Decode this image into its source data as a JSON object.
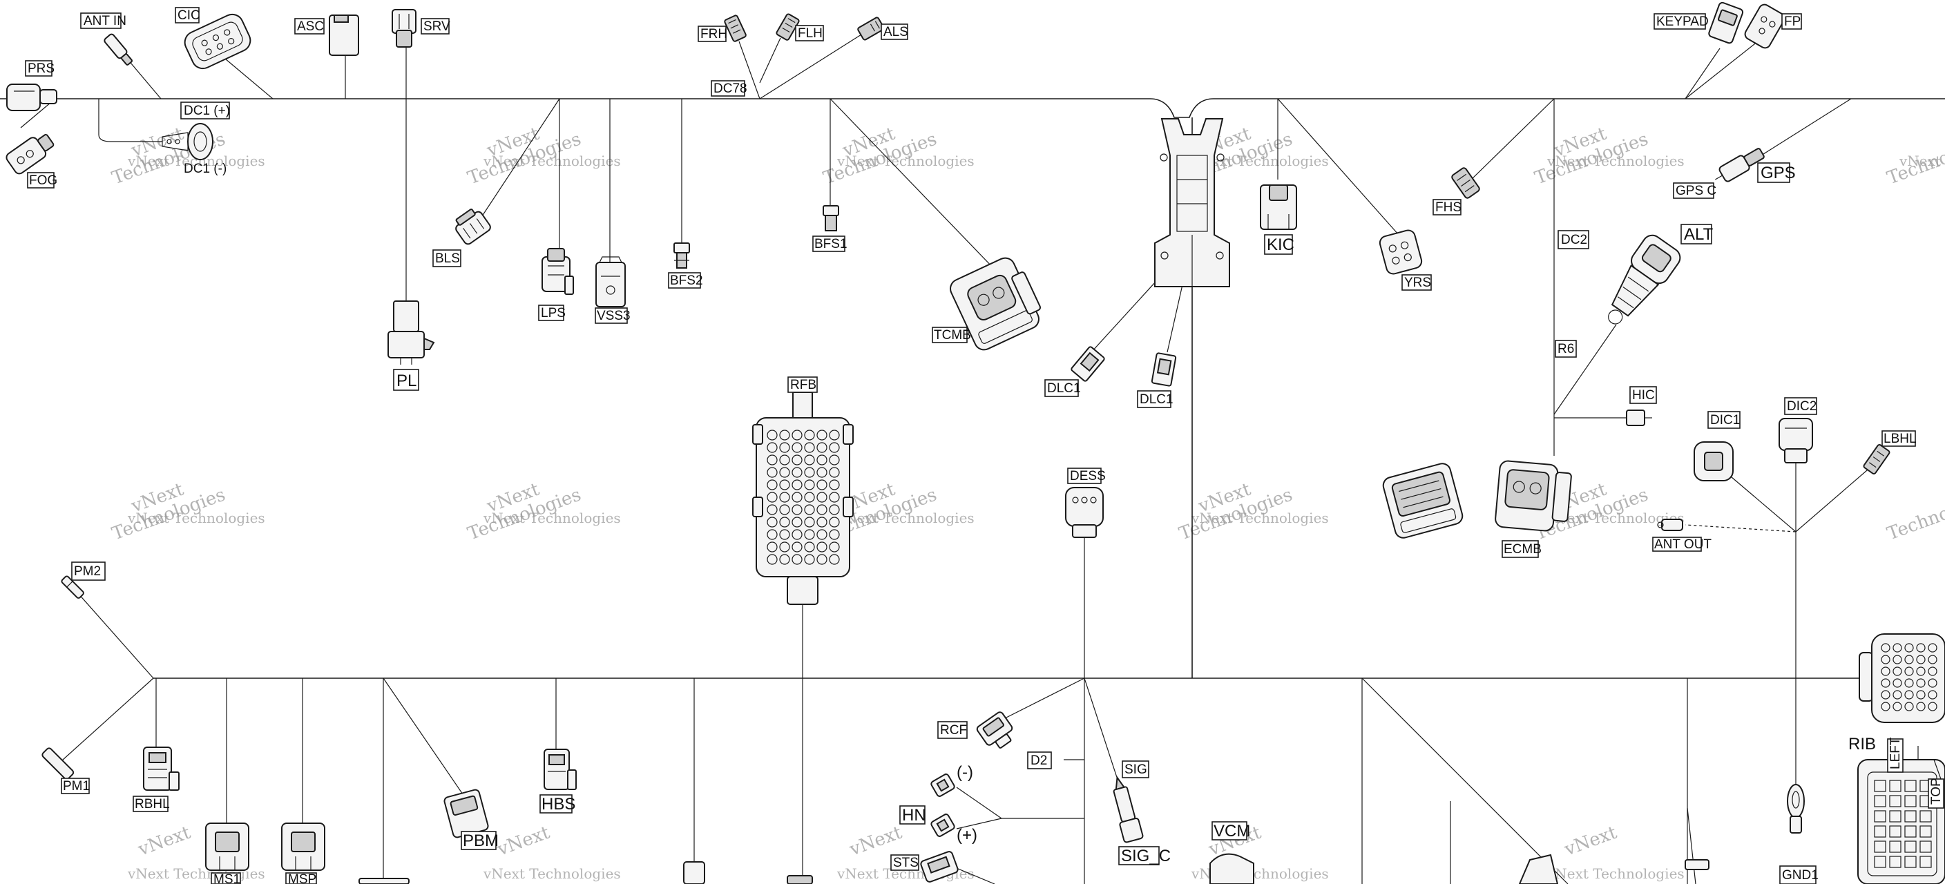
{
  "watermark": {
    "line1": "vNext",
    "line2": "Technologies",
    "line3": "vNext Technologies"
  },
  "labels": {
    "ant_in": "ANT IN",
    "cic": "CIC",
    "asc": "ASC",
    "srv": "SRV",
    "prs": "PRS",
    "fog": "FOG",
    "dc1_pos": "DC1 (+)",
    "dc1_neg": "DC1 (-)",
    "frh": "FRH",
    "flh": "FLH",
    "als": "ALS",
    "dc78": "DC78",
    "keypad": "KEYPAD",
    "fp": "FP",
    "bls": "BLS",
    "lps": "LPS",
    "vss3": "VSS3",
    "bfs2": "BFS2",
    "bfs1": "BFS1",
    "pl": "PL",
    "tcmb": "TCMB",
    "kic": "KIC",
    "yrs": "YRS",
    "fhs": "FHS",
    "gps_c": "GPS C",
    "gps": "GPS",
    "dc2": "DC2",
    "alt": "ALT",
    "r6": "R6",
    "hic": "HIC",
    "dic1": "DIC1",
    "dic2": "DIC2",
    "lbhl": "LBHL",
    "ant_out": "ANT OUT",
    "dlc1_a": "DLC1",
    "dlc1_b": "DLC1",
    "rfb": "RFB",
    "desc": "DESS",
    "ecmb": "ECMB",
    "pm2": "PM2",
    "pm1": "PM1",
    "rbhl": "RBHL",
    "ms1": "MS1",
    "msp": "MSP",
    "pbm": "PBM",
    "hbs": "HBS",
    "rcf": "RCF",
    "d2": "D2",
    "hn": "HN",
    "hn_neg": "(-)",
    "hn_pos": "(+)",
    "sts": "STS",
    "sig": "SIG",
    "sig_c": "SIG_C",
    "vcm": "VCM",
    "gnd1": "GND1",
    "rib": "RIB",
    "left": "LEFT",
    "top": "TOP"
  }
}
